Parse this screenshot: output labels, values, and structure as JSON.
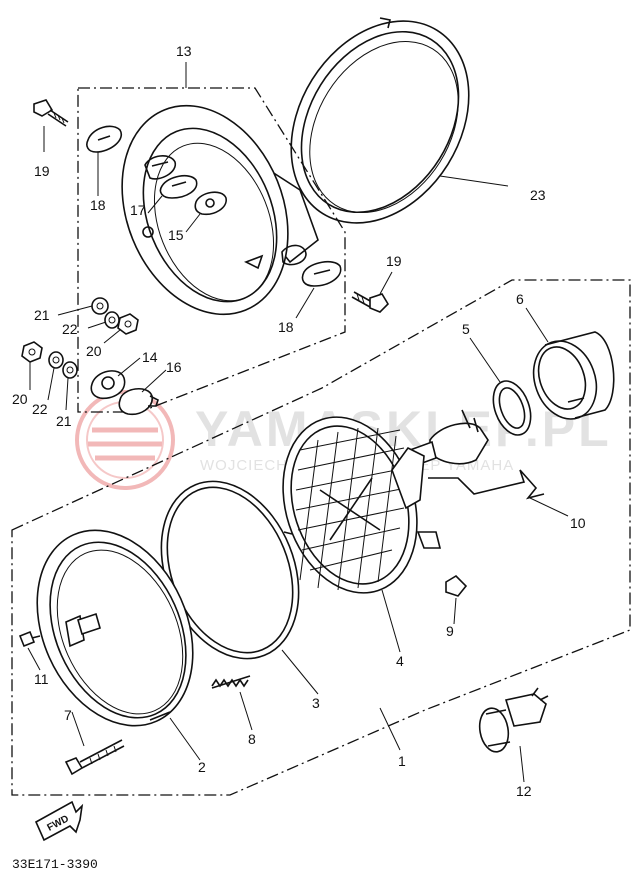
{
  "watermark": {
    "brand": "YAMASKLEP.PL",
    "subtitle": "WOJCIECH SZYMCZYK SKLEP YAMAHA"
  },
  "direction_marker": "FWD",
  "diagram_code": "33E171-3390",
  "labels": [
    {
      "id": "1",
      "text": "1"
    },
    {
      "id": "2",
      "text": "2"
    },
    {
      "id": "3",
      "text": "3"
    },
    {
      "id": "4",
      "text": "4"
    },
    {
      "id": "5",
      "text": "5"
    },
    {
      "id": "6",
      "text": "6"
    },
    {
      "id": "7",
      "text": "7"
    },
    {
      "id": "8",
      "text": "8"
    },
    {
      "id": "9",
      "text": "9"
    },
    {
      "id": "10",
      "text": "10"
    },
    {
      "id": "11",
      "text": "11"
    },
    {
      "id": "12",
      "text": "12"
    },
    {
      "id": "13",
      "text": "13"
    },
    {
      "id": "14",
      "text": "14"
    },
    {
      "id": "15",
      "text": "15"
    },
    {
      "id": "16",
      "text": "16"
    },
    {
      "id": "17",
      "text": "17"
    },
    {
      "id": "18a",
      "text": "18"
    },
    {
      "id": "18b",
      "text": "18"
    },
    {
      "id": "19a",
      "text": "19"
    },
    {
      "id": "19b",
      "text": "19"
    },
    {
      "id": "20a",
      "text": "20"
    },
    {
      "id": "20b",
      "text": "20"
    },
    {
      "id": "21a",
      "text": "21"
    },
    {
      "id": "21b",
      "text": "21"
    },
    {
      "id": "22a",
      "text": "22"
    },
    {
      "id": "22b",
      "text": "22"
    },
    {
      "id": "23",
      "text": "23"
    }
  ]
}
